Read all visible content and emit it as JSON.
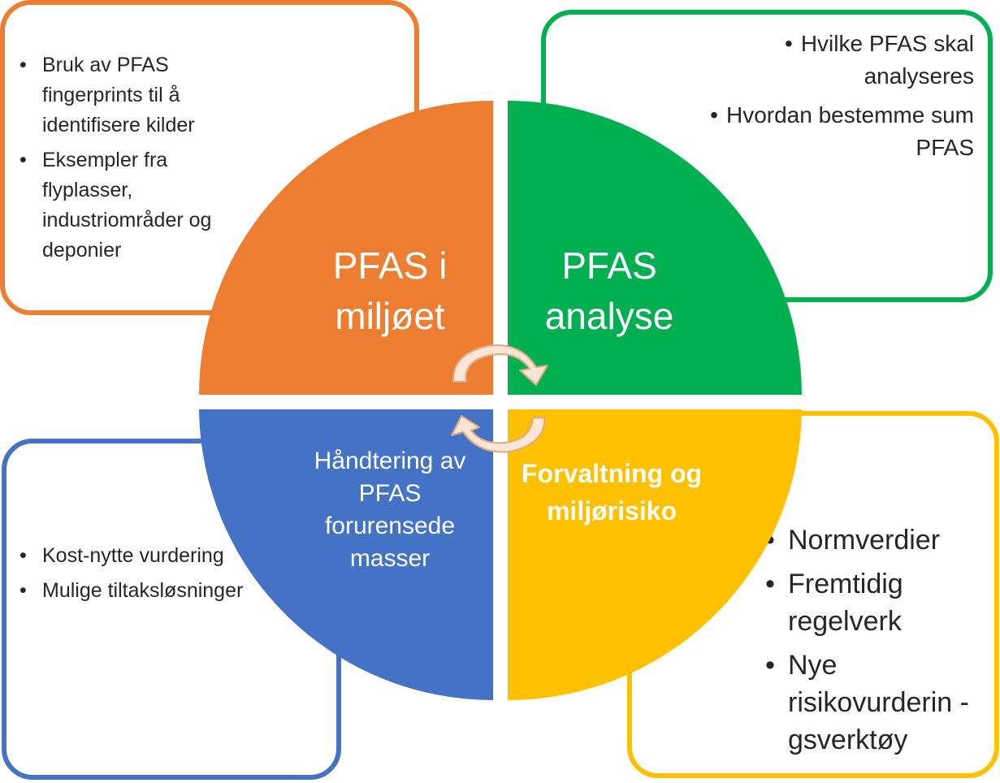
{
  "quadrants": {
    "orange": {
      "title": "PFAS i miljøet",
      "color": "#ED7D31",
      "bullets": [
        "Bruk av PFAS fingerprints til å identifisere kilder",
        "Eksempler fra flyplasser, industriområder og deponier"
      ]
    },
    "green": {
      "title": "PFAS analyse",
      "color": "#00B050",
      "bullets": [
        "Hvilke PFAS skal analyseres",
        "Hvordan bestemme sum PFAS"
      ]
    },
    "blue": {
      "title": "Håndtering av PFAS forurensede masser",
      "color": "#4472C4",
      "bullets": [
        "Kost-nytte vurdering",
        "Mulige tiltaksløsninger"
      ]
    },
    "yellow": {
      "title": "Forvaltning og miljørisiko",
      "color": "#FFC000",
      "bullets": [
        "Normverdier",
        "Fremtidig regelverk",
        "Nye risikovurderin -gsverktøy"
      ]
    }
  },
  "arrow_color": "#FBE5D6",
  "icons": [
    "circular-arrows-icon"
  ]
}
